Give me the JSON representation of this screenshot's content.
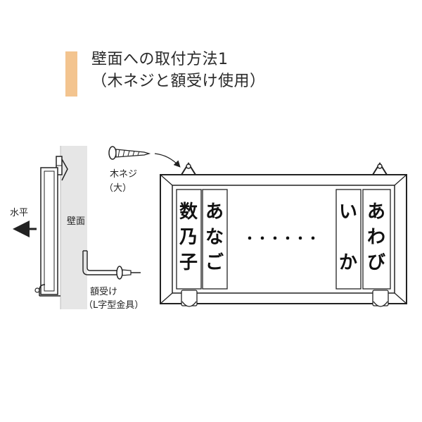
{
  "title": {
    "line1": "壁面への取付方法1",
    "line2": "（木ネジと額受け使用）"
  },
  "labels": {
    "screw_line1": "木ネジ",
    "screw_line2": "（大）",
    "horizontal": "水平",
    "wall": "壁面",
    "bracket_line1": "額受け",
    "bracket_line2": "（L字型金具）"
  },
  "nameplates": {
    "left": [
      {
        "chars": [
          "数",
          "乃",
          "子"
        ]
      },
      {
        "chars": [
          "あ",
          "な",
          "ご"
        ]
      }
    ],
    "dots": "・・・・・・",
    "right": [
      {
        "chars": [
          "い",
          "か"
        ]
      },
      {
        "chars": [
          "あ",
          "わ",
          "び"
        ]
      }
    ]
  },
  "colors": {
    "accent": "#f3c48f",
    "wall": "#e6e6e6",
    "line": "#222222"
  }
}
